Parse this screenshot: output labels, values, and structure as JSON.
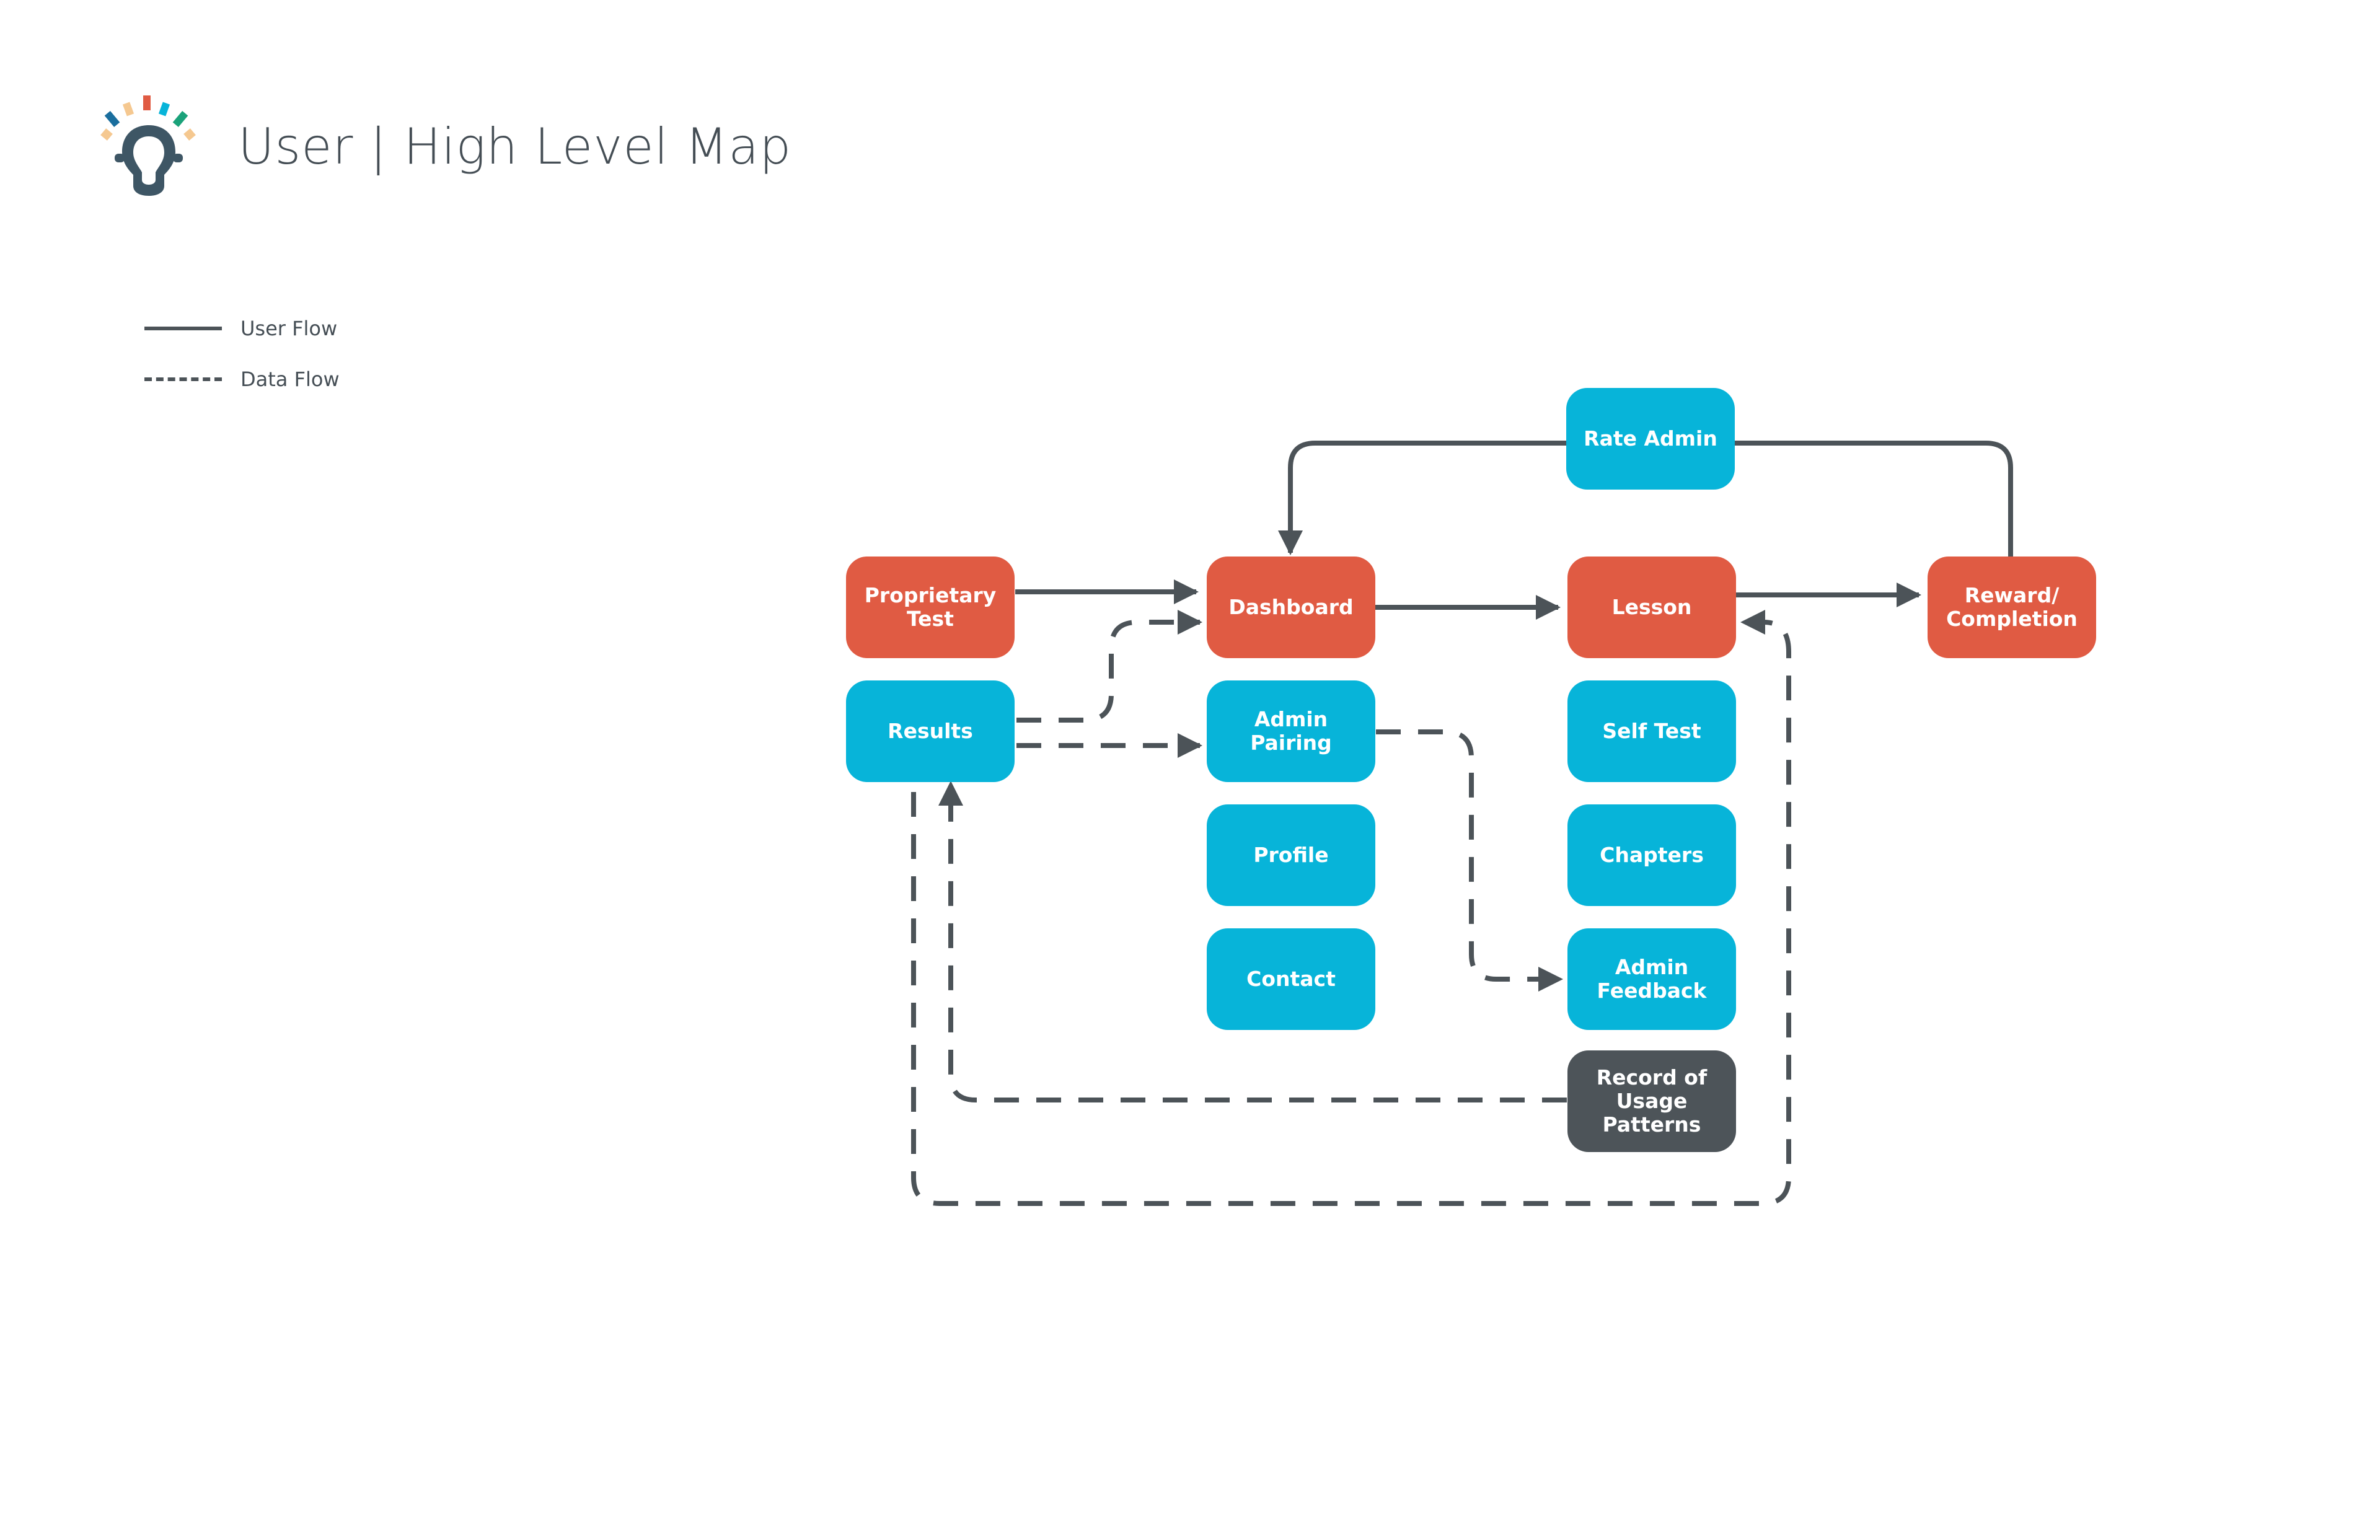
{
  "header": {
    "title": "User | High Level Map"
  },
  "legend": {
    "user_flow": "User Flow",
    "data_flow": "Data Flow"
  },
  "nodes": {
    "proprietary_test": "Proprietary\nTest",
    "results": "Results",
    "dashboard": "Dashboard",
    "admin_pairing": "Admin\nPairing",
    "profile": "Profile",
    "contact": "Contact",
    "rate_admin": "Rate Admin",
    "lesson": "Lesson",
    "self_test": "Self Test",
    "chapters": "Chapters",
    "admin_feedback": "Admin\nFeedback",
    "record_usage": "Record of\nUsage\nPatterns",
    "reward": "Reward/\nCompletion"
  },
  "colors": {
    "primary_node": "#e05b43",
    "secondary_node": "#07b4d9",
    "record_node": "#4d5459",
    "line": "#4c5358"
  },
  "edges": {
    "user_flow": [
      [
        "proprietary_test",
        "dashboard"
      ],
      [
        "dashboard",
        "lesson"
      ],
      [
        "lesson",
        "reward"
      ],
      [
        "reward",
        "dashboard"
      ]
    ],
    "data_flow": [
      [
        "results",
        "dashboard"
      ],
      [
        "results",
        "admin_pairing"
      ],
      [
        "admin_pairing",
        "admin_feedback"
      ],
      [
        "record_usage",
        "results"
      ],
      [
        "results",
        "lesson"
      ]
    ]
  }
}
